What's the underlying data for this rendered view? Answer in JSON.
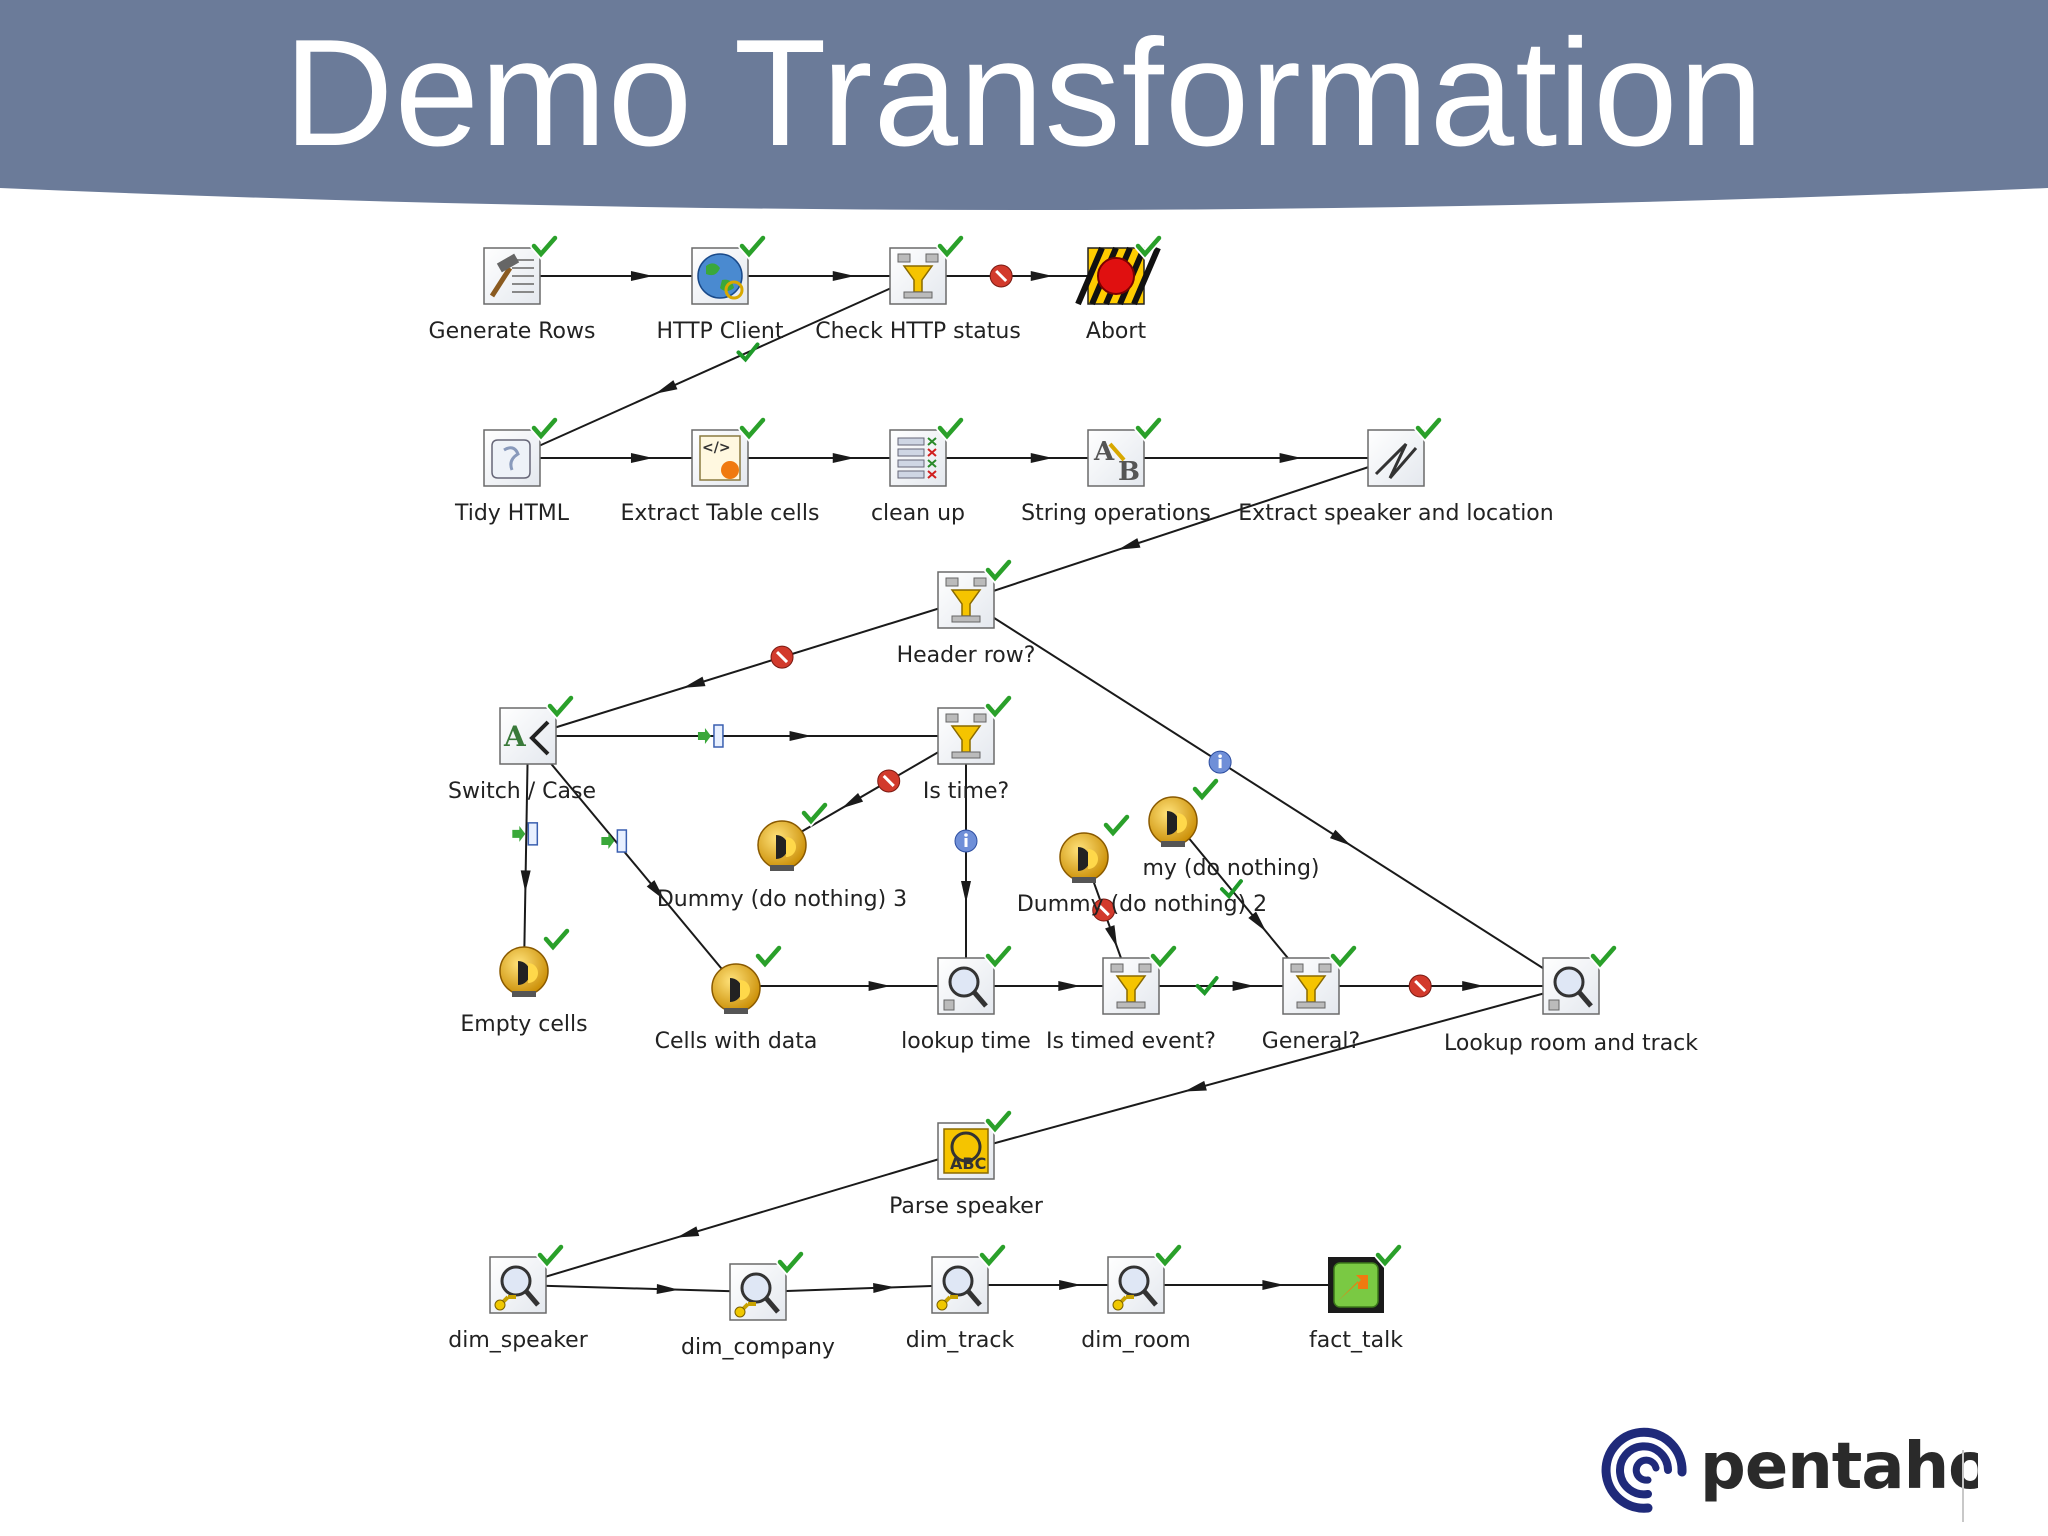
{
  "slide": {
    "title": "Demo Transformation",
    "brand_name": "pentaho",
    "header_color": "#6b7b99",
    "brand_color": "#1f2a7a"
  },
  "diagram": {
    "steps": [
      {
        "id": "generate-rows",
        "label": "Generate Rows",
        "icon": "generate-rows-icon"
      },
      {
        "id": "http-client",
        "label": "HTTP Client",
        "icon": "globe-icon"
      },
      {
        "id": "check-http-status",
        "label": "Check HTTP status",
        "icon": "filter-icon"
      },
      {
        "id": "abort",
        "label": "Abort",
        "icon": "abort-icon"
      },
      {
        "id": "tidy-html",
        "label": "Tidy HTML",
        "icon": "script-icon"
      },
      {
        "id": "extract-table-cells",
        "label": "Extract Table cells",
        "icon": "xml-icon"
      },
      {
        "id": "clean-up",
        "label": "clean up",
        "icon": "select-values-icon"
      },
      {
        "id": "string-operations",
        "label": "String operations",
        "icon": "string-ops-icon"
      },
      {
        "id": "extract-speaker-location",
        "label": "Extract speaker and location",
        "icon": "regex-icon"
      },
      {
        "id": "header-row",
        "label": "Header row?",
        "icon": "filter-icon"
      },
      {
        "id": "switch-case",
        "label": "Switch / Case",
        "icon": "switch-icon"
      },
      {
        "id": "is-time",
        "label": "Is time?",
        "icon": "filter-icon"
      },
      {
        "id": "dummy-3",
        "label": "Dummy (do nothing) 3",
        "icon": "dummy-icon"
      },
      {
        "id": "dummy-2",
        "label": "Dummy (do nothing) 2",
        "icon": "dummy-icon"
      },
      {
        "id": "dummy-1",
        "label": "my (do nothing)",
        "icon": "dummy-icon"
      },
      {
        "id": "empty-cells",
        "label": "Empty cells",
        "icon": "dummy-icon"
      },
      {
        "id": "cells-with-data",
        "label": "Cells with data",
        "icon": "dummy-icon"
      },
      {
        "id": "lookup-time",
        "label": "lookup time",
        "icon": "lookup-icon"
      },
      {
        "id": "is-timed-event",
        "label": "Is timed event?",
        "icon": "filter-icon"
      },
      {
        "id": "general",
        "label": "General?",
        "icon": "filter-icon"
      },
      {
        "id": "lookup-room-track",
        "label": "Lookup room and track",
        "icon": "lookup-icon"
      },
      {
        "id": "parse-speaker",
        "label": "Parse speaker",
        "icon": "parse-icon"
      },
      {
        "id": "dim-speaker",
        "label": "dim_speaker",
        "icon": "dimension-lookup-icon"
      },
      {
        "id": "dim-company",
        "label": "dim_company",
        "icon": "dimension-lookup-icon"
      },
      {
        "id": "dim-track",
        "label": "dim_track",
        "icon": "dimension-lookup-icon"
      },
      {
        "id": "dim-room",
        "label": "dim_room",
        "icon": "dimension-lookup-icon"
      },
      {
        "id": "fact-talk",
        "label": "fact_talk",
        "icon": "table-output-icon"
      }
    ],
    "hops": [
      {
        "from": "generate-rows",
        "to": "http-client",
        "marker": "none"
      },
      {
        "from": "http-client",
        "to": "check-http-status",
        "marker": "none"
      },
      {
        "from": "check-http-status",
        "to": "abort",
        "marker": "error"
      },
      {
        "from": "check-http-status",
        "to": "tidy-html",
        "marker": "true"
      },
      {
        "from": "tidy-html",
        "to": "extract-table-cells",
        "marker": "none"
      },
      {
        "from": "extract-table-cells",
        "to": "clean-up",
        "marker": "none"
      },
      {
        "from": "clean-up",
        "to": "string-operations",
        "marker": "none"
      },
      {
        "from": "string-operations",
        "to": "extract-speaker-location",
        "marker": "none"
      },
      {
        "from": "extract-speaker-location",
        "to": "header-row",
        "marker": "none"
      },
      {
        "from": "header-row",
        "to": "switch-case",
        "marker": "error"
      },
      {
        "from": "header-row",
        "to": "lookup-room-track",
        "marker": "info"
      },
      {
        "from": "switch-case",
        "to": "is-time",
        "marker": "copy"
      },
      {
        "from": "switch-case",
        "to": "empty-cells",
        "marker": "copy"
      },
      {
        "from": "switch-case",
        "to": "cells-with-data",
        "marker": "copy"
      },
      {
        "from": "is-time",
        "to": "dummy-3",
        "marker": "error"
      },
      {
        "from": "is-time",
        "to": "lookup-time",
        "marker": "info"
      },
      {
        "from": "cells-with-data",
        "to": "lookup-time",
        "marker": "none"
      },
      {
        "from": "lookup-time",
        "to": "is-timed-event",
        "marker": "none"
      },
      {
        "from": "dummy-2",
        "to": "is-timed-event",
        "marker": "error"
      },
      {
        "from": "is-timed-event",
        "to": "general",
        "marker": "true"
      },
      {
        "from": "dummy-1",
        "to": "general",
        "marker": "true"
      },
      {
        "from": "general",
        "to": "lookup-room-track",
        "marker": "error"
      },
      {
        "from": "lookup-room-track",
        "to": "parse-speaker",
        "marker": "none"
      },
      {
        "from": "parse-speaker",
        "to": "dim-speaker",
        "marker": "none"
      },
      {
        "from": "dim-speaker",
        "to": "dim-company",
        "marker": "none"
      },
      {
        "from": "dim-company",
        "to": "dim-track",
        "marker": "none"
      },
      {
        "from": "dim-track",
        "to": "dim-room",
        "marker": "none"
      },
      {
        "from": "dim-room",
        "to": "fact-talk",
        "marker": "none"
      }
    ]
  }
}
